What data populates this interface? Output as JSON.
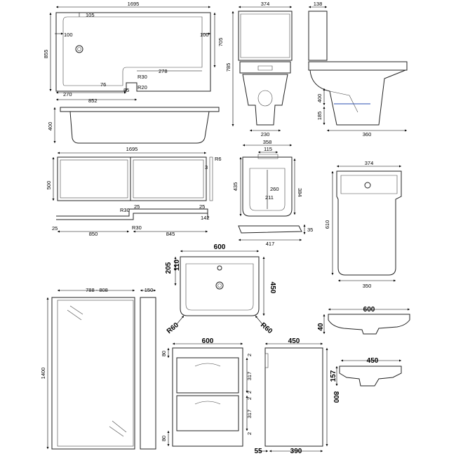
{
  "bath": {
    "top_width": "1695",
    "inner_offset": "105",
    "left_height": "855",
    "inner_left": "100",
    "inner_right": "100",
    "right_height": "705",
    "radius_top": "R30",
    "bottom_inset": "76",
    "step_width": "278",
    "radius_bottom": "R20",
    "step_left": "270",
    "step_small": "85",
    "bottom_width": "852",
    "side_height": "400"
  },
  "toilet": {
    "front_width": "374",
    "side_depth_top": "138",
    "height": "785",
    "pan_height": "400",
    "outlet_height": "185",
    "base_front": "230",
    "base_side": "360"
  },
  "panel": {
    "total_width": "1695",
    "radius": "R6",
    "thickness": "3",
    "height": "500",
    "corner_r30_top": "R30",
    "gap_left": "25",
    "gap_right": "25",
    "side_depth": "142",
    "bottom_left": "25",
    "left_width": "850",
    "corner_r30_bottom": "R30",
    "right_width": "845"
  },
  "seat": {
    "width": "358",
    "hinge_width": "115",
    "height_left": "435",
    "inner_260": "260",
    "height_right": "384",
    "inner_211": "211",
    "side_width": "417",
    "side_height": "35"
  },
  "cistern": {
    "width_top": "374",
    "height": "610",
    "width_bottom": "350"
  },
  "basin": {
    "width": "600",
    "tap_offset": "205",
    "tap_small": "110",
    "depth": "450",
    "radius_left": "R60",
    "radius_right": "R60"
  },
  "basin_side": {
    "width": "600",
    "height": "40"
  },
  "screen": {
    "width_range": "788 - 808",
    "depth": "150",
    "height": "1400"
  },
  "vanity": {
    "width": "600",
    "top_gap": "80",
    "gap_top_right": "2",
    "drawer_top": "317",
    "gap_mid": "2",
    "gap_mid2": "2",
    "drawer_bottom": "317",
    "base_left": "80",
    "gap_bottom": "2"
  },
  "vanity_side": {
    "width": "450",
    "height": "800",
    "foot": "55",
    "depth": "390"
  },
  "basin_profile": {
    "width": "450",
    "height": "157"
  }
}
